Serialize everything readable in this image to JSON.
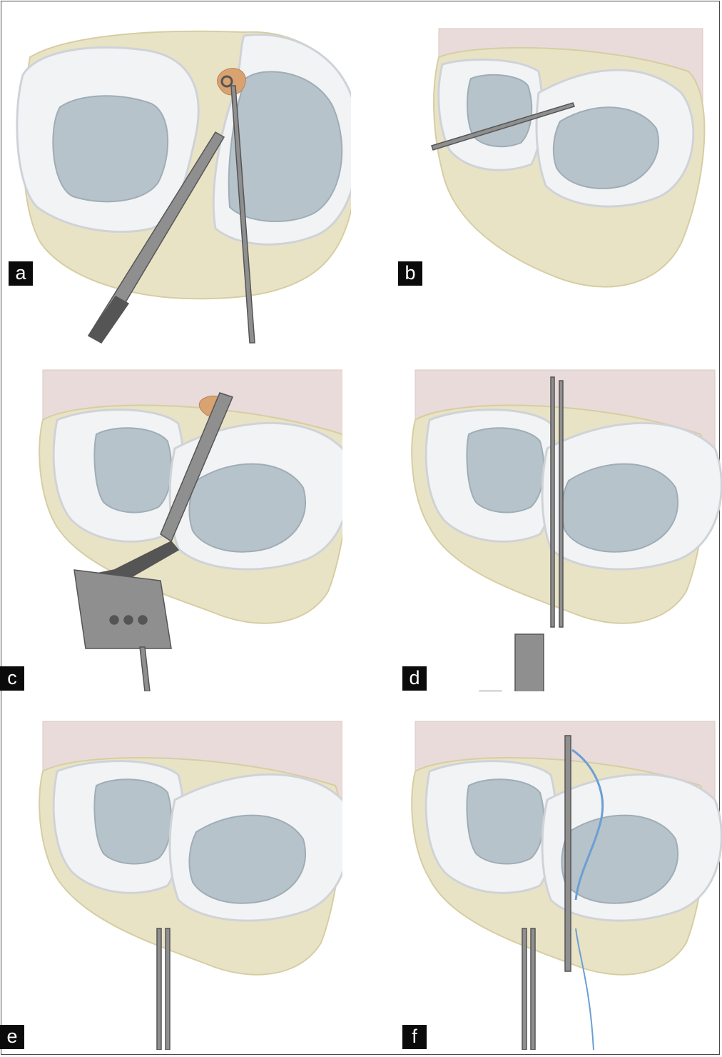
{
  "figure": {
    "panels": [
      {
        "id": "a",
        "label": "a",
        "view": "superior"
      },
      {
        "id": "b",
        "label": "b",
        "view": "oblique"
      },
      {
        "id": "c",
        "label": "c",
        "view": "oblique"
      },
      {
        "id": "d",
        "label": "d",
        "view": "oblique"
      },
      {
        "id": "e",
        "label": "e",
        "view": "oblique"
      },
      {
        "id": "f",
        "label": "f",
        "view": "oblique"
      }
    ],
    "colors": {
      "bone": "#e9e3c6",
      "bone_shadow": "#d6cda3",
      "meniscus": "#f2f3f5",
      "meniscus_edge": "#cfd3d8",
      "cartilage": "#b7c3ca",
      "cartilage_dark": "#9eadb6",
      "capsule": "#e9dbd9",
      "instrument": "#8f8f8f",
      "instrument_dark": "#555555",
      "tissue_spot": "#d9a271",
      "suture_blue": "#6b9fd4"
    }
  }
}
